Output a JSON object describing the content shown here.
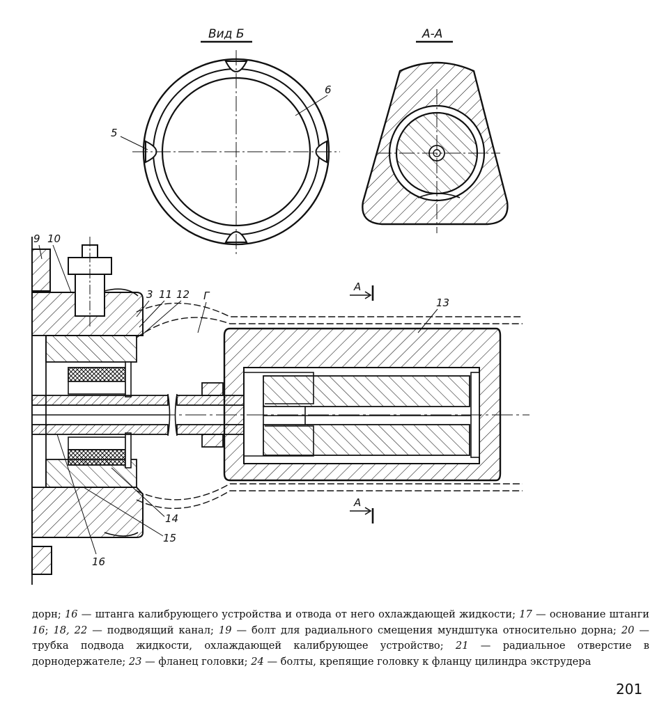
{
  "views": {
    "view_b_title": "Вид Б",
    "section_aa_title": "А-А"
  },
  "callouts": {
    "c5": "5",
    "c6": "6",
    "c9": "9",
    "c10": "10",
    "c3": "3",
    "c11": "11",
    "c12": "12",
    "c13": "13",
    "c14": "14",
    "c15": "15",
    "c16": "16",
    "channel_g": "Г",
    "cut_mark_top": "А",
    "cut_mark_bottom": "А"
  },
  "caption": [
    {
      "num": "",
      "text": "дорн; "
    },
    {
      "num": "16",
      "text": " — штанга калибрующего устройства и отвода от него охлаждающей жидкости; "
    },
    {
      "num": "17",
      "text": " — основание штанги "
    },
    {
      "num": "16",
      "text": "; "
    },
    {
      "num": "18, 22",
      "text": " — подводящий канал; "
    },
    {
      "num": "19",
      "text": " — болт для радиального смещения мундштука относительно дорна; "
    },
    {
      "num": "20",
      "text": " — трубка подвода жидкости, охлаждающей калибрующее устройство; "
    },
    {
      "num": "21",
      "text": " — радиальное отверстие в дорнодержателе; "
    },
    {
      "num": "23",
      "text": " — фланец головки; "
    },
    {
      "num": "24",
      "text": " — болты, крепящие головку к фланцу цилиндра экструдера"
    }
  ],
  "page_number": "201"
}
